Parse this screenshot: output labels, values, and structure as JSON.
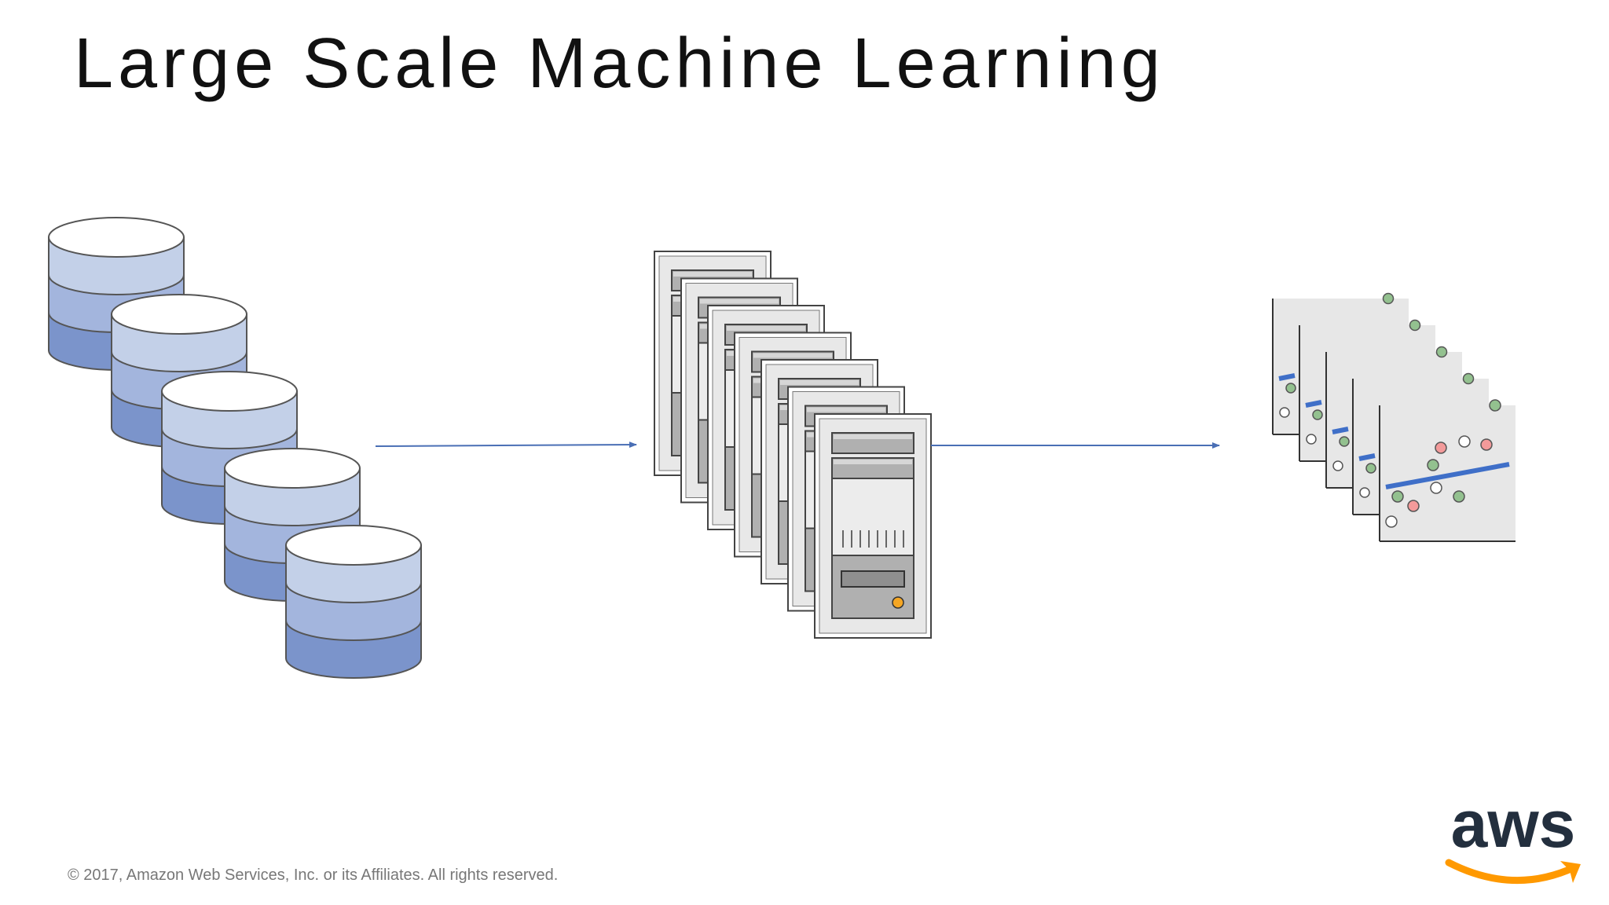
{
  "slide": {
    "title": "Large Scale Machine Learning",
    "copyright": "© 2017, Amazon Web Services, Inc. or its Affiliates. All rights reserved."
  },
  "logo": {
    "text": "aws",
    "icon": "aws-smile-arrow-icon",
    "text_color": "#232f3e",
    "arrow_color": "#ff9900"
  },
  "diagram": {
    "stages": [
      {
        "icon": "database-stack-icon",
        "count": 5
      },
      {
        "icon": "server-tower-icon",
        "count": 7
      },
      {
        "icon": "scatter-plot-model-icon",
        "count": 5
      }
    ],
    "colors": {
      "arrow": "#4a6fb5",
      "db_top": "#ffffff",
      "db_light": "#c3d0e8",
      "db_mid": "#a3b5dd",
      "db_dark": "#7b94cb",
      "server_frame": "#e8e8e8",
      "server_panel": "#b0b0b0",
      "server_led": "#f5a623",
      "plot_bg": "#e7e7e7",
      "fit_line": "#3f6fc8",
      "point_green": "#93c18f",
      "point_red": "#f39a9a",
      "point_white": "#ffffff"
    }
  }
}
